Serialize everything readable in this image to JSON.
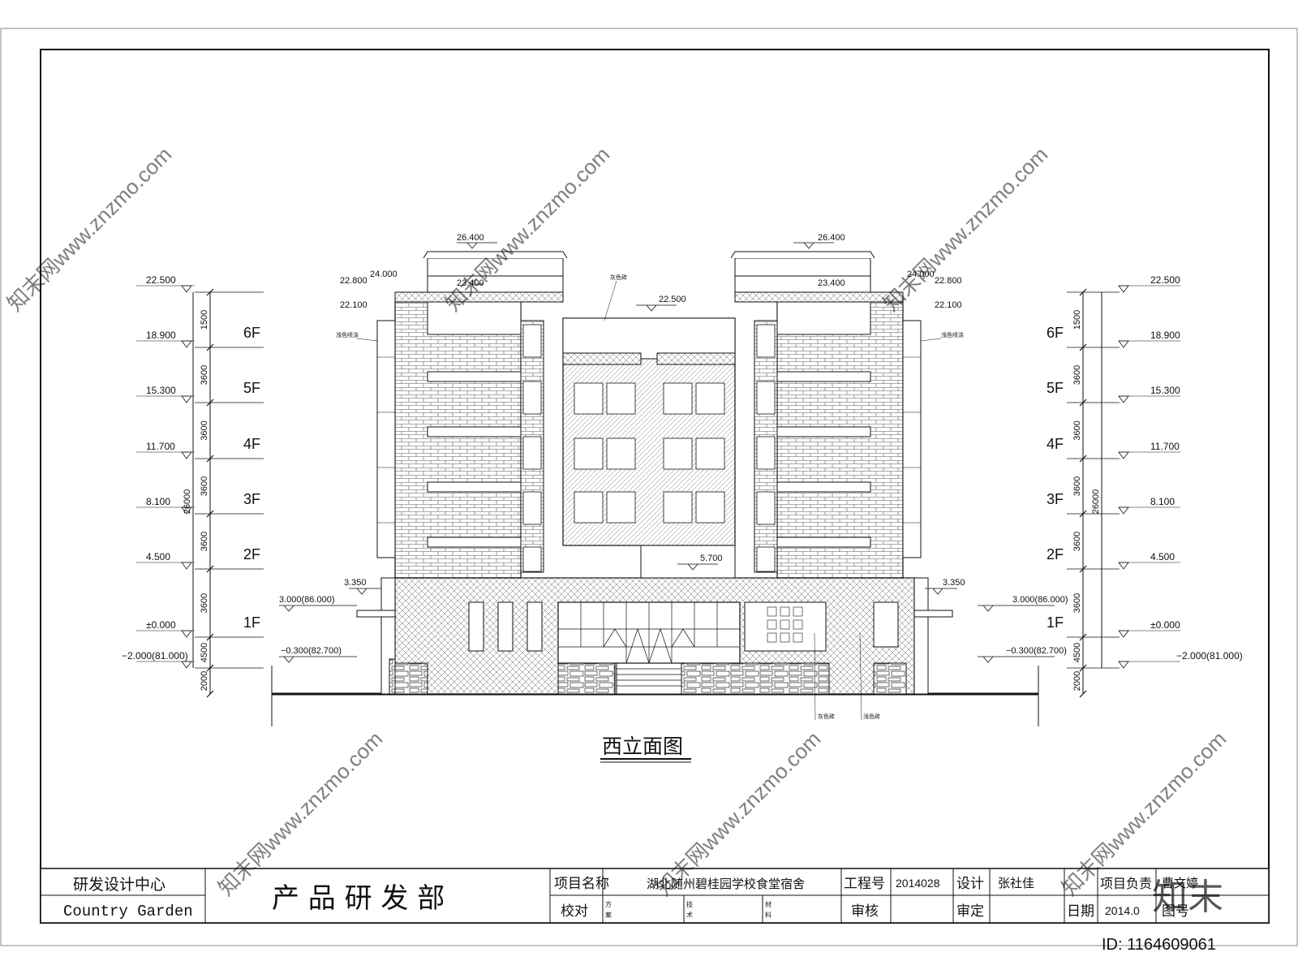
{
  "drawing": {
    "title": "西立面图"
  },
  "levels_left": [
    {
      "label": "22.500"
    },
    {
      "label": "18.900"
    },
    {
      "label": "15.300"
    },
    {
      "label": "11.700"
    },
    {
      "label": "8.100"
    },
    {
      "label": "4.500"
    },
    {
      "label": "±0.000"
    },
    {
      "label": "−2.000(81.000)"
    }
  ],
  "levels_right": [
    {
      "label": "22.500"
    },
    {
      "label": "18.900"
    },
    {
      "label": "15.300"
    },
    {
      "label": "11.700"
    },
    {
      "label": "8.100"
    },
    {
      "label": "4.500"
    },
    {
      "label": "±0.000"
    },
    {
      "label": "−2.000(81.000)"
    }
  ],
  "floor_heights": [
    "1500",
    "3600",
    "3600",
    "3600",
    "3600",
    "3600",
    "4500",
    "2000"
  ],
  "total_height": "26000",
  "floors": [
    "6F",
    "5F",
    "4F",
    "3F",
    "2F",
    "1F"
  ],
  "elevations": {
    "roof_top_left": "26.400",
    "roof_top_right": "26.400",
    "parapet_left": "24.000",
    "parapet_right": "24.000",
    "eave_left": "22.800",
    "eave_right": "22.800",
    "cornice_left": "22.100",
    "cornice_right": "22.100",
    "roof_left": "23.400",
    "roof_right": "23.400",
    "center_roof": "22.500",
    "canopy": "5.700",
    "side_left": "3.350",
    "side_right": "3.350",
    "terrace_left": "3.000(86.000)",
    "terrace_right": "3.000(86.000)",
    "ground_left": "−0.300(82.700)",
    "ground_right": "−0.300(82.700)"
  },
  "notes": {
    "top_center": "灰色砖",
    "left_side": "浅色喷涂",
    "right_side": "浅色喷涂",
    "bottom_1": "灰色砖",
    "bottom_2": "浅色砖"
  },
  "title_block": {
    "org_cn": "研发设计中心",
    "org_en": "Country Garden",
    "dept": "产 品 研 发 部",
    "project_label": "项目名称",
    "project_name": "湖北随州碧桂园学校食堂宿舍",
    "job_no_label": "工程号",
    "job_no": "2014028",
    "design_label": "设计",
    "designer": "张社佳",
    "lead_label": "项目负责",
    "lead": "曹文婷",
    "check_label": "校对",
    "scheme_label_1": "方",
    "scheme_label_2": "案",
    "tech_label_1": "技",
    "tech_label_2": "术",
    "material_label_1": "材",
    "material_label_2": "料",
    "review_label": "审核",
    "approve_label": "审定",
    "date_label": "日期",
    "date": "2014.0",
    "sheet_label": "图号"
  },
  "watermark": {
    "text": "知末网www.znzmo.com",
    "logo": "知末",
    "id": "ID: 1164609061"
  },
  "colors": {
    "line": "#111111",
    "hatch": "#555555",
    "watermark": "#d8d8d8"
  }
}
